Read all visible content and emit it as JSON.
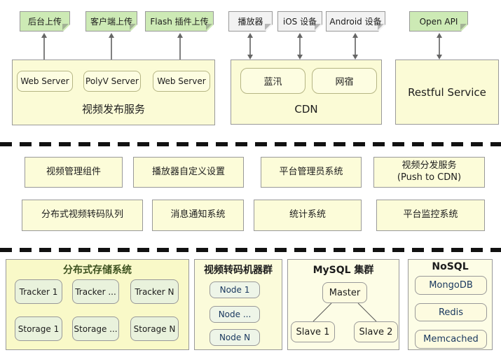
{
  "palette": {
    "green_note": "#cdeab5",
    "gray_note": "#f2f2f2",
    "yellow_container": "#fbfbd6",
    "yellow_box": "#fdfde1",
    "light_green_box": "#e9f2dc",
    "border_gray": "#999999",
    "arrow_gray": "#808080",
    "dash_black": "#111111",
    "navy_text": "#17365d"
  },
  "top": {
    "stickies": [
      {
        "label": "后台上传",
        "variant": "green"
      },
      {
        "label": "客户端上传",
        "variant": "green"
      },
      {
        "label": "Flash 插件上传",
        "variant": "green"
      },
      {
        "label": "播放器",
        "variant": "gray"
      },
      {
        "label": "iOS 设备",
        "variant": "gray"
      },
      {
        "label": "Android 设备",
        "variant": "gray"
      },
      {
        "label": "Open API",
        "variant": "green"
      }
    ],
    "publish": {
      "title": "视频发布服务",
      "servers": [
        "Web Server",
        "PolyV Server",
        "Web Server"
      ]
    },
    "cdn": {
      "title": "CDN",
      "providers": [
        "蓝汛",
        "网宿"
      ]
    },
    "restful": {
      "title": "Restful Service"
    }
  },
  "middle": {
    "row1": [
      {
        "label": "视频管理组件"
      },
      {
        "label": "播放器自定义设置"
      },
      {
        "label": "平台管理员系统"
      },
      {
        "label_line1": "视频分发服务",
        "label_line2": "(Push to CDN)"
      }
    ],
    "row2": [
      {
        "label": "分布式视频转码队列"
      },
      {
        "label": "消息通知系统"
      },
      {
        "label": "统计系统"
      },
      {
        "label": "平台监控系统"
      }
    ]
  },
  "bottom": {
    "storage": {
      "title": "分布式存储系统",
      "nodes": [
        "Tracker 1",
        "Tracker ...",
        "Tracker N",
        "Storage 1",
        "Storage ...",
        "Storage N"
      ]
    },
    "transcode": {
      "title": "视频转码机器群",
      "nodes": [
        "Node 1",
        "Node ...",
        "Node N"
      ]
    },
    "mysql": {
      "title": "MySQL 集群",
      "master": "Master",
      "slaves": [
        "Slave 1",
        "Slave 2"
      ]
    },
    "nosql": {
      "title": "NoSQL",
      "nodes": [
        "MongoDB",
        "Redis",
        "Memcached"
      ]
    }
  }
}
